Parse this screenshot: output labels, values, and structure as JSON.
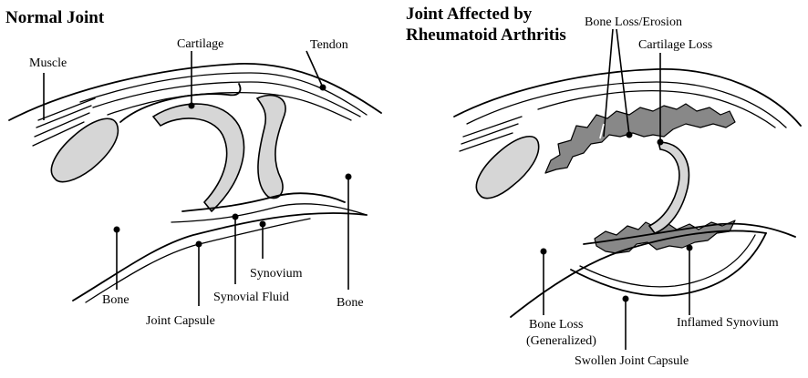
{
  "normal": {
    "title": "Normal Joint",
    "labels": {
      "muscle": "Muscle",
      "cartilage": "Cartilage",
      "tendon": "Tendon",
      "bone_left": "Bone",
      "bone_right": "Bone",
      "synovium": "Synovium",
      "synovial_fluid": "Synovial Fluid",
      "joint_capsule": "Joint Capsule"
    }
  },
  "ra": {
    "title_line1": "Joint Affected by",
    "title_line2": "Rheumatoid Arthritis",
    "labels": {
      "bone_loss_erosion": "Bone Loss/Erosion",
      "cartilage_loss": "Cartilage Loss",
      "bone_loss_gen_line1": "Bone Loss",
      "bone_loss_gen_line2": "(Generalized)",
      "inflamed_synovium": "Inflamed Synovium",
      "swollen_joint_capsule": "Swollen Joint Capsule"
    }
  },
  "colors": {
    "line": "#000000",
    "cartilage_fill": "#d6d6d6",
    "inflamed_fill": "#888888",
    "background": "#ffffff"
  }
}
